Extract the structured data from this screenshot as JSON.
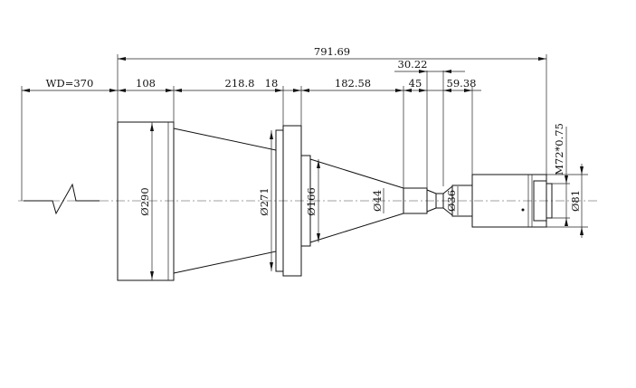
{
  "drawing": {
    "dimensions": {
      "overall_length": "791.69",
      "offset_30": "30.22",
      "working_distance": "WD=370",
      "front_section": "108",
      "cone_section": "218.8",
      "flange": "18",
      "mid_section": "182.58",
      "neck": "45",
      "rear_section": "59.38",
      "dia_front": "Ø290",
      "dia_flange": "Ø271",
      "dia_cone": "Ø166",
      "dia_neck": "Ø44",
      "dia_waist": "Ø36",
      "dia_body": "Ø81",
      "thread": "M72*0.75"
    }
  }
}
